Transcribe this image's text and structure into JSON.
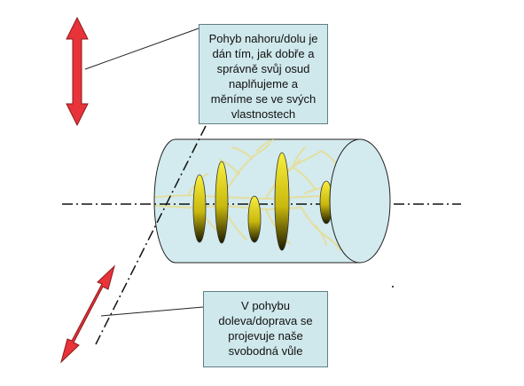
{
  "callouts": {
    "vertical": {
      "lines": [
        "Pohyb nahoru/dolu je",
        "dán tím, jak dobře a",
        "správně svůj osud",
        "naplňujeme a",
        "měníme se ve svých",
        "vlastnostech"
      ]
    },
    "horizontal": {
      "lines": [
        "V pohybu",
        "doleva/doprava se",
        "projevuje naše",
        "svobodná vůle"
      ]
    }
  },
  "colors": {
    "arrow": "#e8333a",
    "arrow_outline": "#8a1a1a",
    "cylinder": "#d3ebee",
    "cylinder_outline": "#222222",
    "ellipse_top": "#f5e83a",
    "ellipse_bottom": "#1a1a00",
    "callout_fill": "#cfe8ec",
    "branches": "#e8e0a0"
  },
  "icons": {
    "vertical_arrow": "double-headed-arrow-vertical",
    "diagonal_arrow": "double-headed-arrow-diagonal"
  }
}
